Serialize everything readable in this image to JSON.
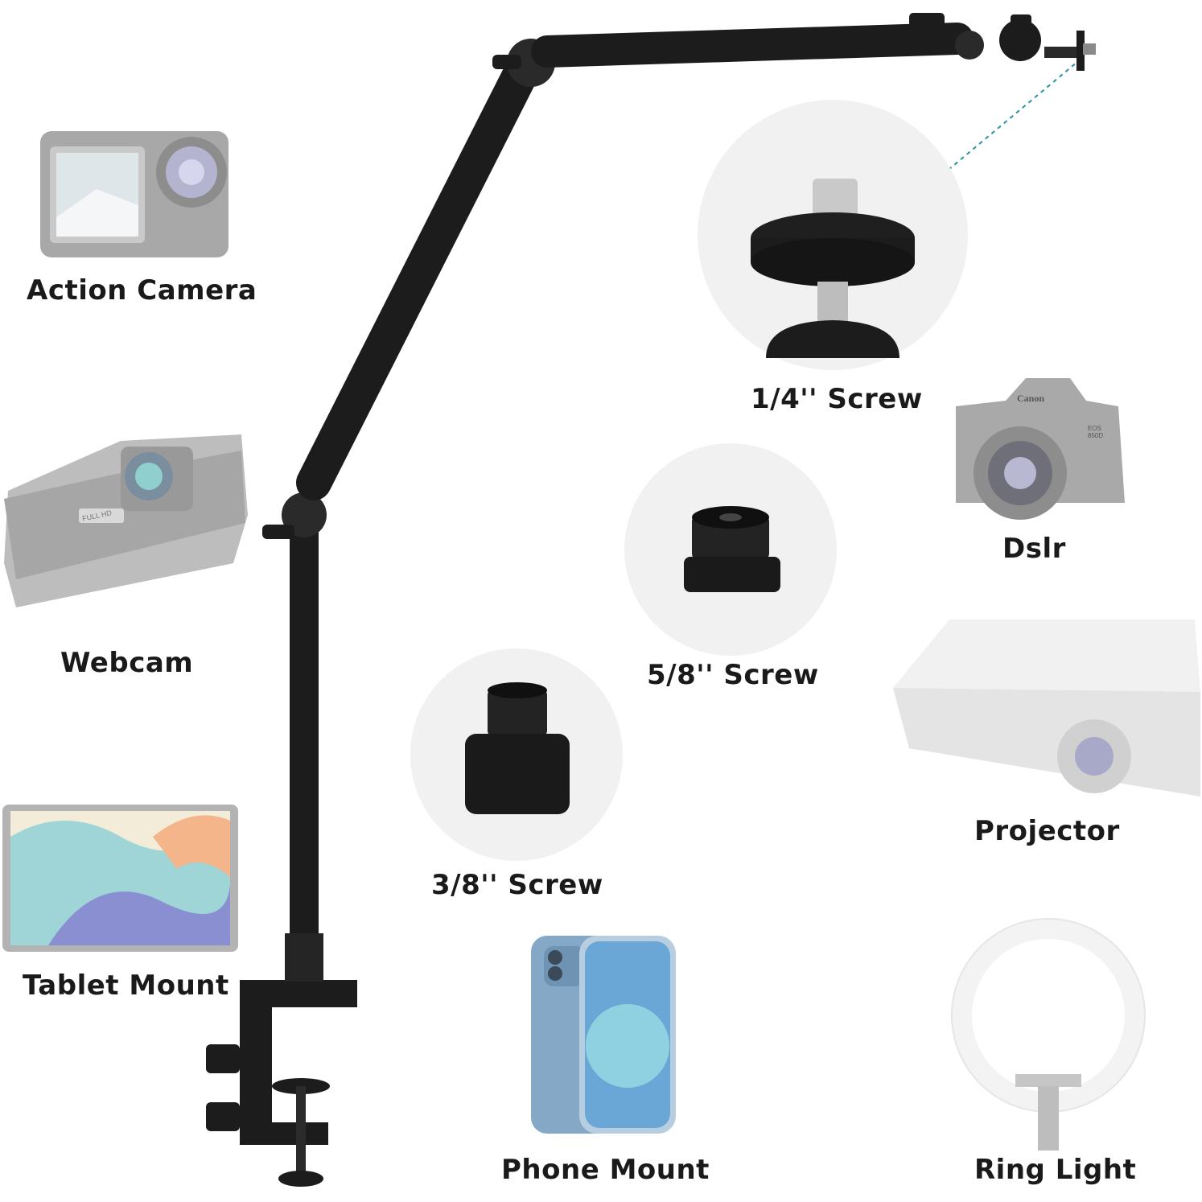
{
  "labels": {
    "action_camera": "Action Camera",
    "webcam": "Webcam",
    "tablet_mount": "Tablet Mount",
    "screw_quarter": "1/4'' Screw",
    "screw_five_eighths": "5/8'' Screw",
    "screw_three_eighths": "3/8'' Screw",
    "dslr": "Dslr",
    "projector": "Projector",
    "phone_mount": "Phone Mount",
    "ring_light": "Ring Light",
    "canon_brand": "Canon",
    "canon_model": "EOS 850D",
    "webcam_badge": "FULL HD"
  },
  "colors": {
    "arm": "#1c1c1c",
    "faded_device": "#9a9a9a",
    "screw_circle": "#f1f1f1",
    "dotted_line": "#2e8fa3",
    "phone_blue": "#7fa9c7"
  }
}
